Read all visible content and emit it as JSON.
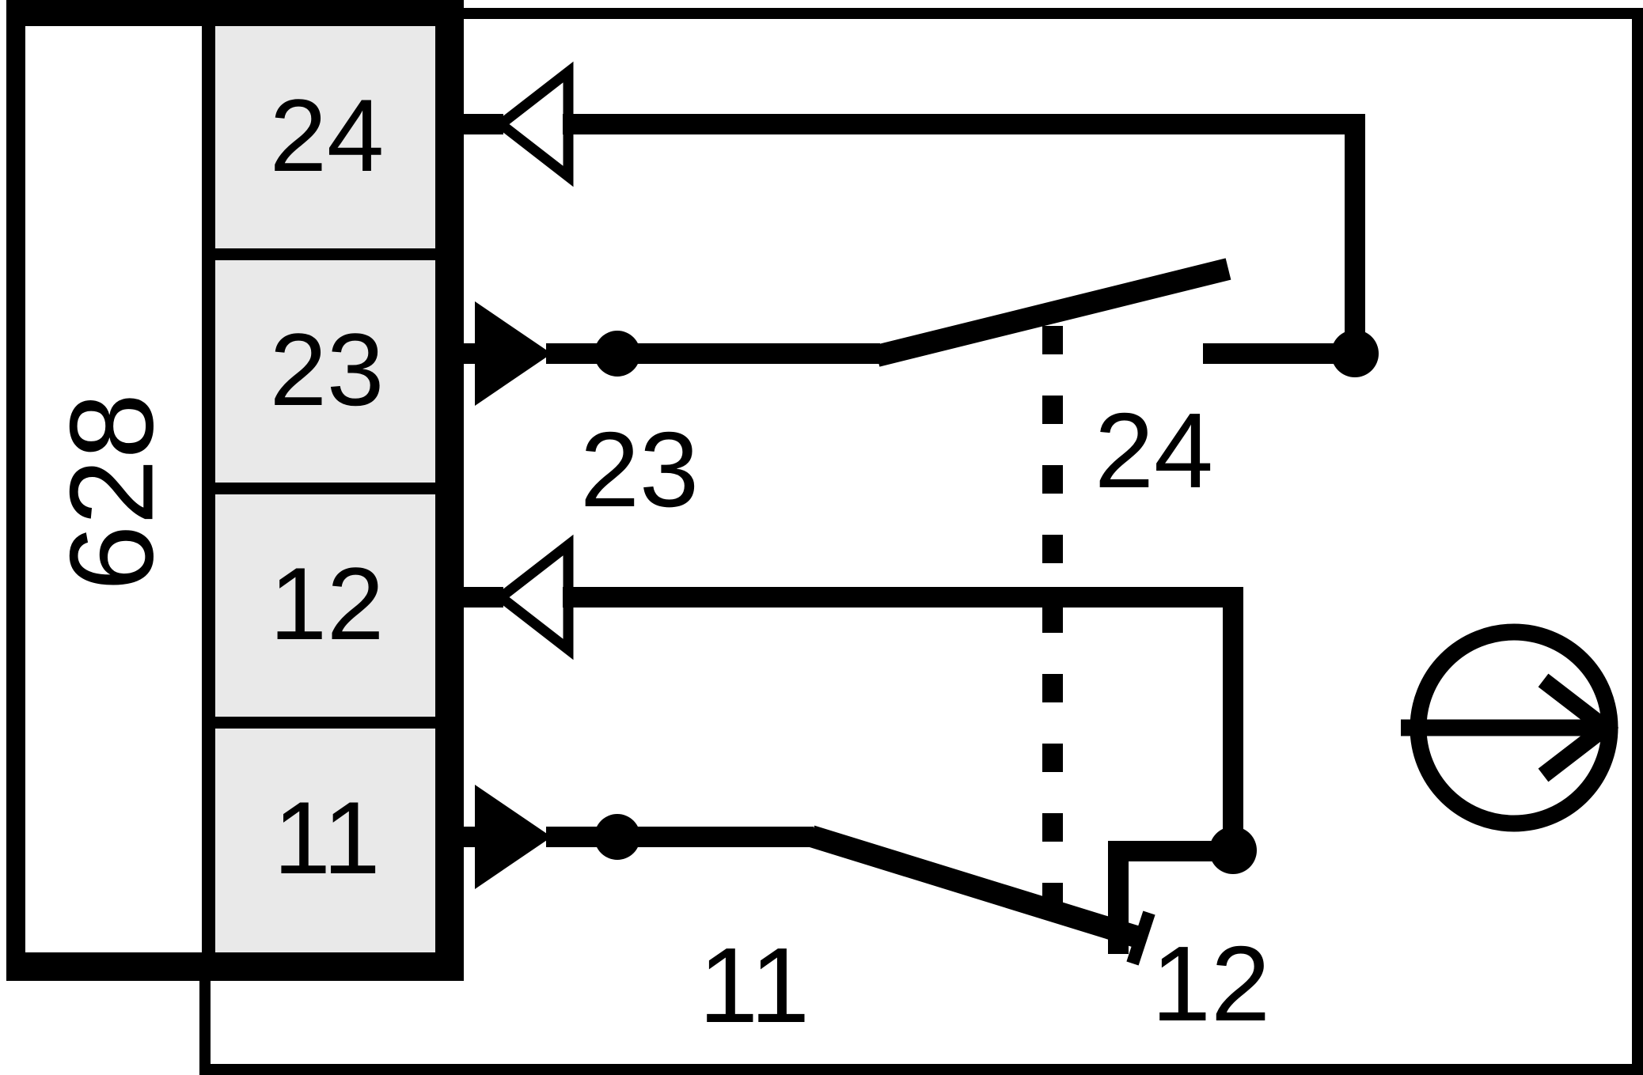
{
  "device": {
    "model_label": "628"
  },
  "terminal_block": {
    "terminals": [
      {
        "label": "24"
      },
      {
        "label": "23"
      },
      {
        "label": "12"
      },
      {
        "label": "11"
      }
    ]
  },
  "contacts": {
    "no_contact": {
      "left_label": "23",
      "right_label": "24"
    },
    "nc_contact": {
      "left_label": "11",
      "right_label": "12"
    }
  },
  "colors": {
    "line": "#000000",
    "terminal_cell_fill": "#e9e9e9",
    "background": "#ffffff"
  }
}
